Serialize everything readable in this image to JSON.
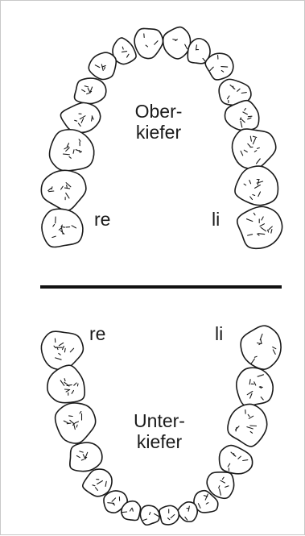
{
  "upper_jaw": {
    "title_line1": "Ober-",
    "title_line2": "kiefer",
    "right_label": "re",
    "left_label": "li"
  },
  "lower_jaw": {
    "title_line1": "Unter-",
    "title_line2": "kiefer",
    "right_label": "re",
    "left_label": "li"
  },
  "colors": {
    "outline": "#1a1a1a",
    "divider": "#111111",
    "frame": "#c8c8c8"
  }
}
